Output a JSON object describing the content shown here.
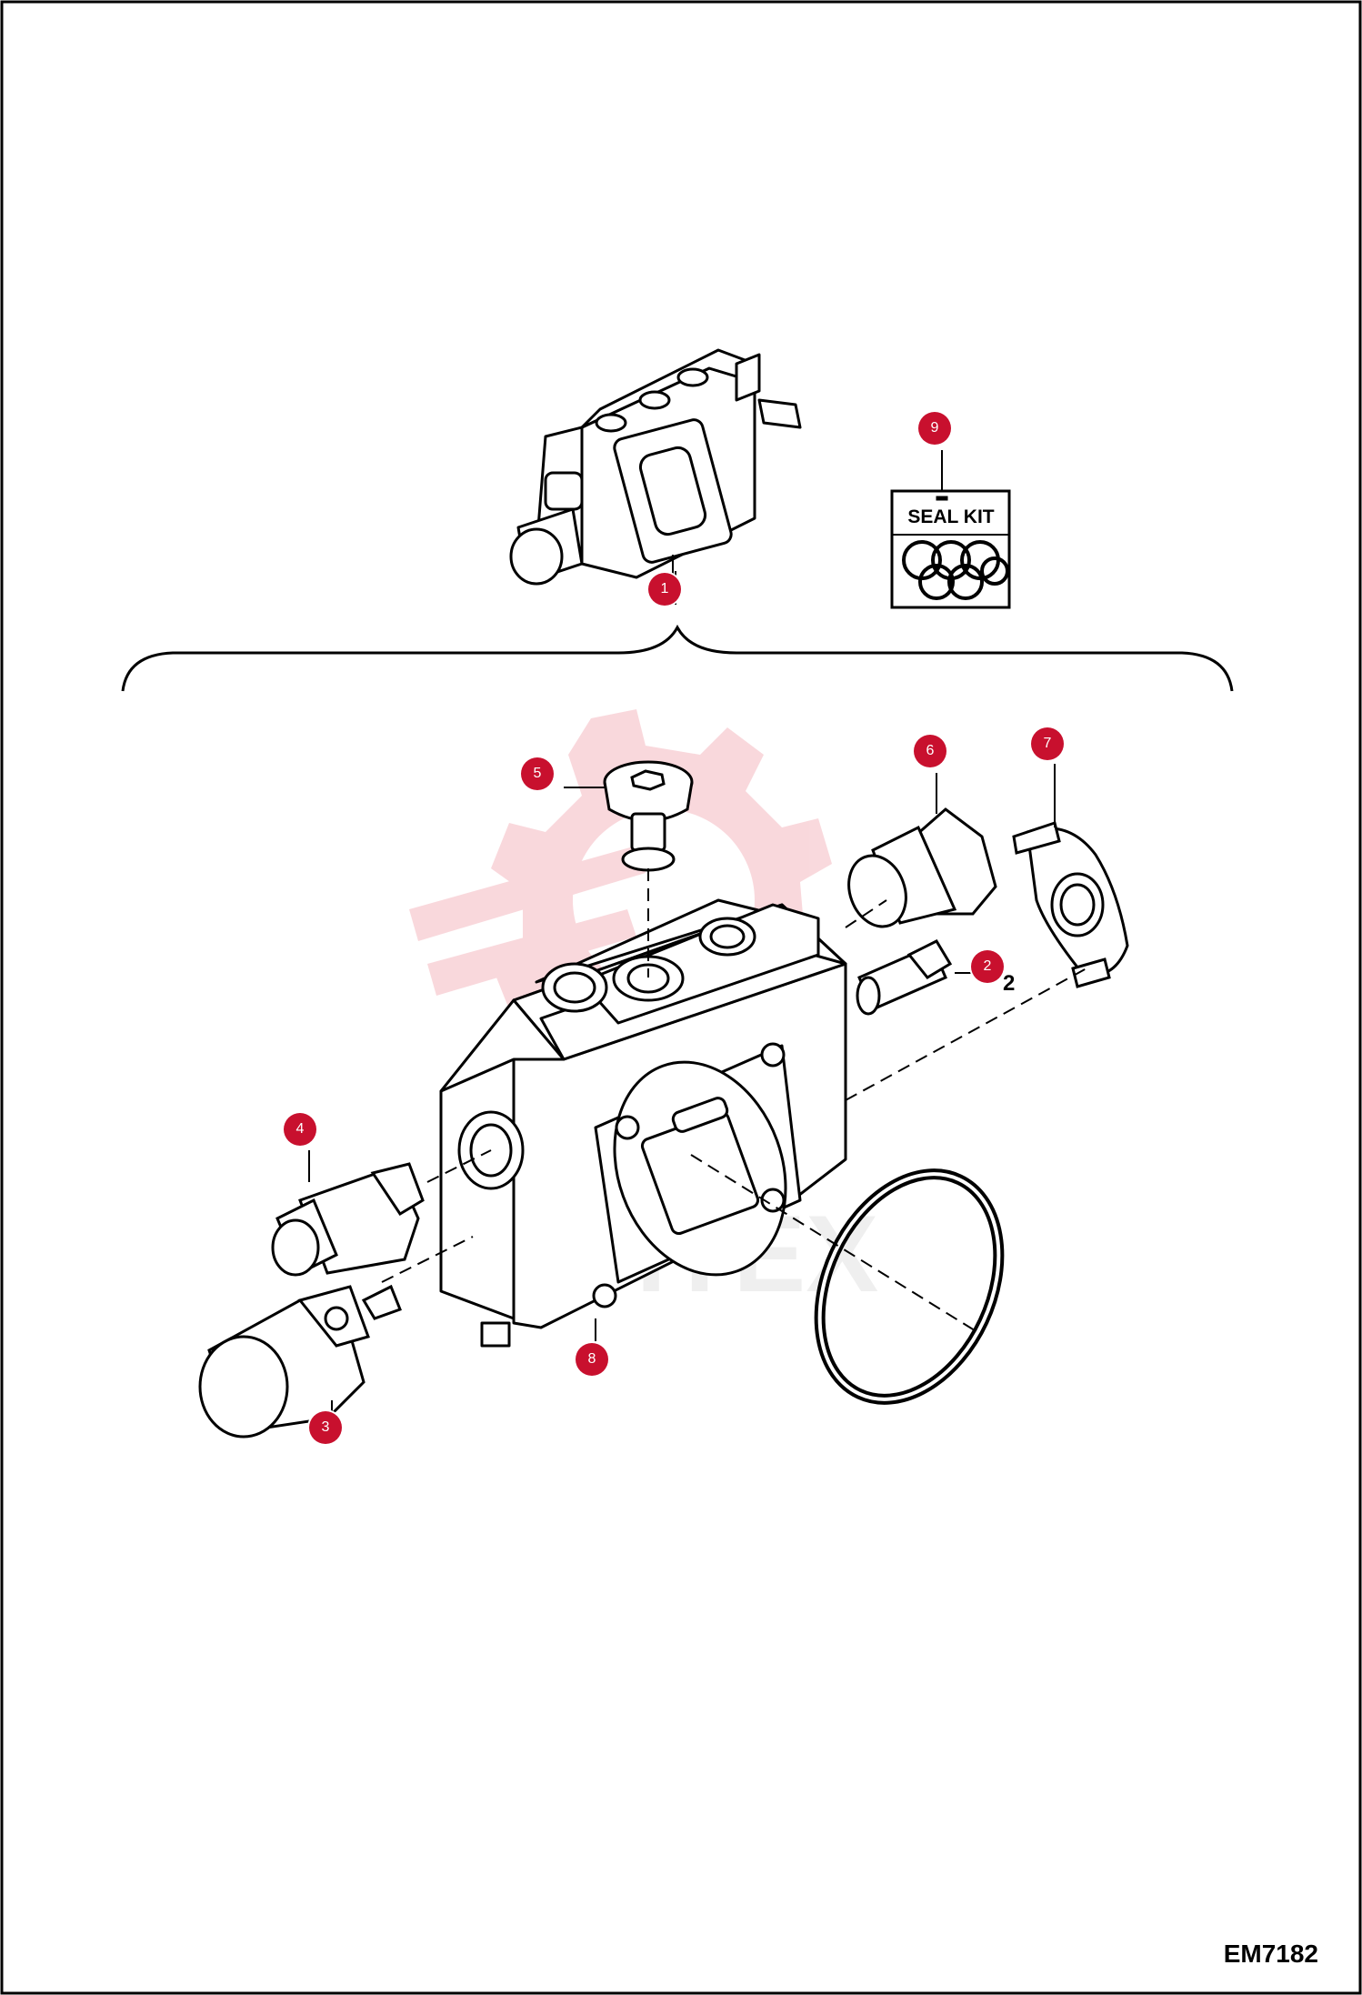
{
  "diagram": {
    "drawing_code": "EM7182",
    "seal_kit_label": "SEAL KIT",
    "watermark_text": "ИНТЕХ",
    "callouts": [
      {
        "id": "callout-1",
        "label": "1"
      },
      {
        "id": "callout-2",
        "label": "2"
      },
      {
        "id": "callout-3",
        "label": "3"
      },
      {
        "id": "callout-4",
        "label": "4"
      },
      {
        "id": "callout-5",
        "label": "5"
      },
      {
        "id": "callout-6",
        "label": "6"
      },
      {
        "id": "callout-7",
        "label": "7"
      },
      {
        "id": "callout-8",
        "label": "8"
      },
      {
        "id": "callout-9",
        "label": "9"
      }
    ],
    "colors": {
      "callout_fill": "#c8102e",
      "watermark": "#f5c9cf",
      "line": "#000000"
    }
  }
}
